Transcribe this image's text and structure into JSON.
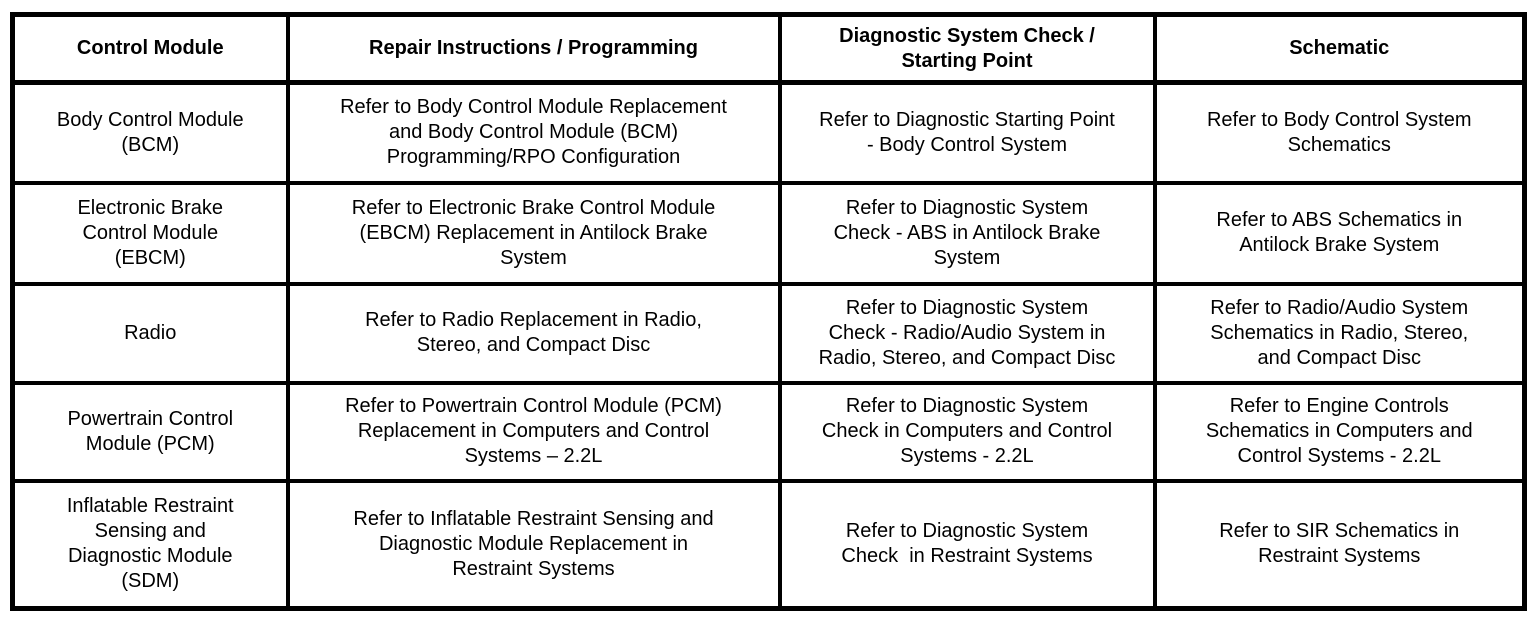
{
  "table": {
    "headers": [
      "Control Module",
      "Repair Instructions / Programming",
      "Diagnostic System Check /\nStarting Point",
      "Schematic"
    ],
    "rows": [
      {
        "control_module": "Body Control Module\n(BCM)",
        "repair": "Refer to Body Control Module Replacement\nand Body Control Module (BCM)\nProgramming/RPO Configuration",
        "diagnostic": "Refer to Diagnostic Starting Point\n- Body Control System",
        "schematic": "Refer to Body Control System\nSchematics"
      },
      {
        "control_module": "Electronic Brake\nControl Module\n(EBCM)",
        "repair": "Refer to Electronic Brake Control Module\n(EBCM) Replacement in Antilock Brake\nSystem",
        "diagnostic": "Refer to Diagnostic System\nCheck - ABS in Antilock Brake\nSystem",
        "schematic": "Refer to ABS Schematics in\nAntilock Brake System"
      },
      {
        "control_module": "Radio",
        "repair": "Refer to Radio Replacement in Radio,\nStereo, and Compact Disc",
        "diagnostic": "Refer to Diagnostic System\nCheck - Radio/Audio System in\nRadio, Stereo, and Compact Disc",
        "schematic": "Refer to Radio/Audio System\nSchematics in Radio, Stereo,\nand Compact Disc"
      },
      {
        "control_module": "Powertrain Control\nModule (PCM)",
        "repair": "Refer to Powertrain Control Module (PCM)\nReplacement in Computers and Control\nSystems – 2.2L",
        "diagnostic": "Refer to Diagnostic System\nCheck in Computers and Control\nSystems - 2.2L",
        "schematic": "Refer to Engine Controls\nSchematics in Computers and\nControl Systems - 2.2L"
      },
      {
        "control_module": "Inflatable Restraint\nSensing and\nDiagnostic Module\n(SDM)",
        "repair": "Refer to Inflatable Restraint Sensing and\nDiagnostic Module Replacement in\nRestraint Systems",
        "diagnostic": "Refer to Diagnostic System\nCheck  in Restraint Systems",
        "schematic": "Refer to SIR Schematics in\nRestraint Systems"
      }
    ],
    "colors": {
      "border": "#000000",
      "text": "#000000",
      "background": "#ffffff"
    }
  }
}
